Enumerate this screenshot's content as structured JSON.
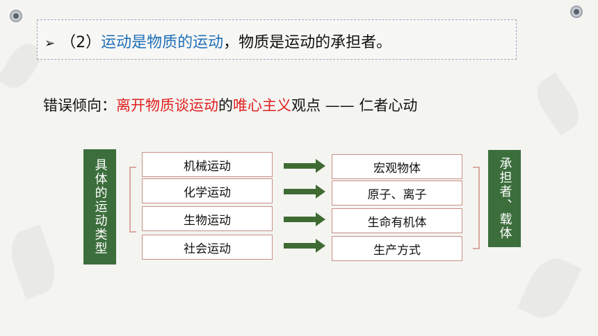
{
  "title": {
    "bullet": "➢",
    "part_number": "（2）",
    "highlight": "运动是物质的运动",
    "rest": "，物质是运动的承担者。"
  },
  "error_tendency": {
    "label": "错误倾向：",
    "red1": "离开物质谈运动",
    "mid": "的",
    "red2": "唯心主义",
    "tail": "观点 —— 仁者心动"
  },
  "left_category": "具体的运动类型",
  "right_category": "承担者、载体",
  "motion_types": [
    "机械运动",
    "化学运动",
    "生物运动",
    "社会运动"
  ],
  "carriers": [
    "宏观物体",
    "原子、离子",
    "生命有机体",
    "生产方式"
  ],
  "colors": {
    "accent_blue": "#1f6fb8",
    "accent_red": "#e02020",
    "box_green": "#3c6e3c",
    "arrow_green": "#3f6b33"
  }
}
